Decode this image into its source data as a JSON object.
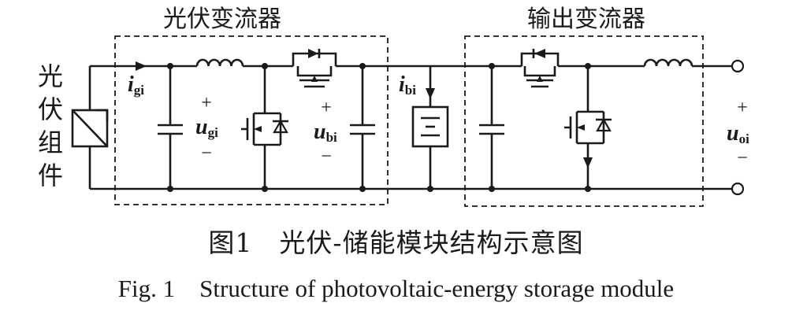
{
  "blocks": {
    "pv_converter_title": "光伏变流器",
    "output_converter_title": "输出变流器",
    "pv_module_label": [
      "光",
      "伏",
      "组",
      "件"
    ]
  },
  "labels": {
    "i_g": {
      "main": "i",
      "sub": "gi"
    },
    "u_g": {
      "main": "u",
      "sub": "gi"
    },
    "i_b": {
      "main": "i",
      "sub": "bi"
    },
    "u_b": {
      "main": "u",
      "sub": "bi"
    },
    "u_o": {
      "main": "u",
      "sub": "oi"
    },
    "plus": "+",
    "minus": "−"
  },
  "caption": {
    "cn": "图1　光伏-储能模块结构示意图",
    "en": "Fig. 1　Structure of photovoltaic-energy storage module"
  }
}
